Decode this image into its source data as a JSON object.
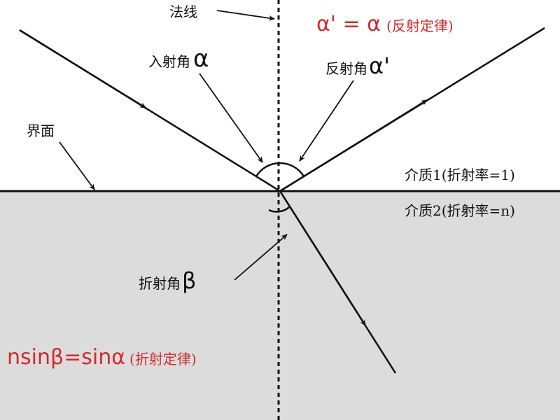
{
  "labels": {
    "normal": "法线",
    "incident_angle": "入射角",
    "incident_symbol": "α",
    "reflection_angle": "反射角",
    "reflection_symbol": "α'",
    "interface": "界面",
    "refraction_angle": "折射角",
    "refraction_symbol": "β",
    "medium1": "介质1(折射率=1)",
    "medium2": "介质2(折射率=n)"
  },
  "laws": {
    "reflection_formula": "α' = α",
    "reflection_name": "(反射定律)",
    "refraction_formula": "nsinβ=sinα",
    "refraction_name": "(折射定律)"
  },
  "colors": {
    "medium2_fill": "#dcdcdc",
    "law_text": "#d42a2a",
    "lines": "#111111"
  }
}
